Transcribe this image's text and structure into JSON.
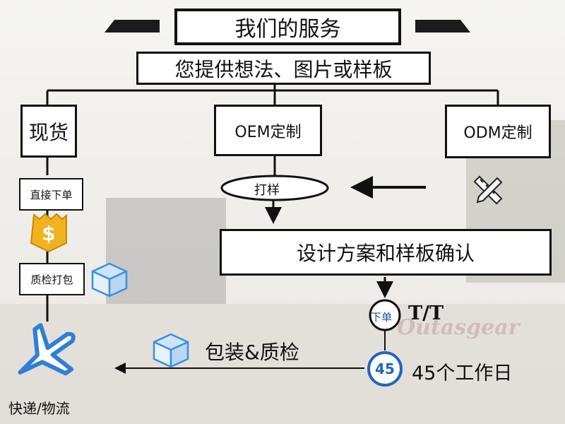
{
  "header": {
    "title": "我们的服务",
    "subtitle": "您提供想法、图片或样板"
  },
  "branches": {
    "stock": "现货",
    "oem": "OEM定制",
    "odm": "ODM定制"
  },
  "steps": {
    "order_direct": "直接下单",
    "qc_pack": "质检打包",
    "sampling": "打样",
    "design_confirm": "设计方案和样板确认",
    "order": "下单",
    "tt": "T/T",
    "days_badge": "45",
    "days_label": "45个工作日",
    "pack_qc": "包装&质检",
    "delivery": "快递/物流"
  },
  "icons": {
    "dollar": "dollar-badge-icon",
    "box": "box-icon",
    "ruler_pencil": "ruler-pencil-icon",
    "airplane": "airplane-icon",
    "days_badge": "number-badge-icon"
  },
  "watermark": "Outasgear",
  "colors": {
    "line": "#111111",
    "badge_blue": "#2266bb",
    "plane_blue": "#2f7fd6",
    "box_blue": "#3b8fe0",
    "dollar_gold": "#f0b21e"
  }
}
